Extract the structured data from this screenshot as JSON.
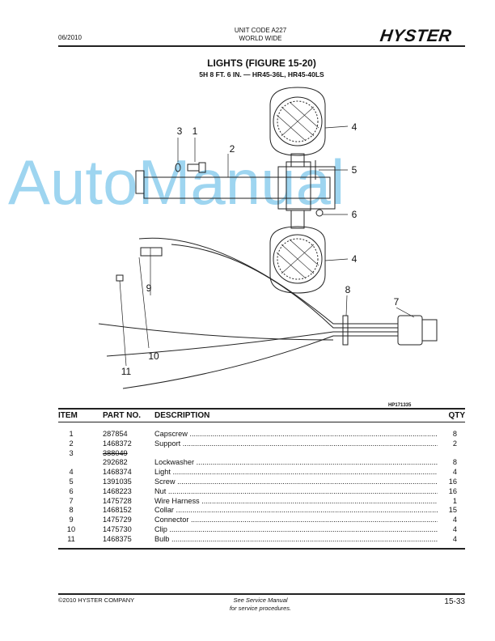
{
  "header": {
    "date": "06/2010",
    "unit_code": "UNIT CODE A227",
    "region": "WORLD WIDE",
    "logo": "HYSTER"
  },
  "title": "LIGHTS (FIGURE 15-20)",
  "subtitle": "5H 8 FT. 6 IN. — HR45-36L, HR45-40LS",
  "figure": {
    "id": "HP171335",
    "callouts": [
      "3",
      "1",
      "2",
      "4",
      "5",
      "6",
      "4",
      "9",
      "8",
      "7",
      "10",
      "11"
    ]
  },
  "watermark": "AutoManual",
  "table": {
    "headers": {
      "item": "ITEM",
      "part": "PART NO.",
      "desc": "DESCRIPTION",
      "qty": "QTY"
    },
    "rows": [
      {
        "item": "1",
        "part": "287854",
        "desc": "Capscrew",
        "qty": "8"
      },
      {
        "item": "2",
        "part": "1468372",
        "desc": "Support",
        "qty": "2"
      },
      {
        "item": "3",
        "part": "388049",
        "desc": "",
        "qty": "",
        "superseded": true
      },
      {
        "item": "",
        "part": "292682",
        "desc": "Lockwasher",
        "qty": "8"
      },
      {
        "item": "4",
        "part": "1468374",
        "desc": "Light",
        "qty": "4"
      },
      {
        "item": "5",
        "part": "1391035",
        "desc": "Screw",
        "qty": "16"
      },
      {
        "item": "6",
        "part": "1468223",
        "desc": "Nut",
        "qty": "16"
      },
      {
        "item": "7",
        "part": "1475728",
        "desc": "Wire Harness",
        "qty": "1"
      },
      {
        "item": "8",
        "part": "1468152",
        "desc": "Collar",
        "qty": "15"
      },
      {
        "item": "9",
        "part": "1475729",
        "desc": "Connector",
        "qty": "4"
      },
      {
        "item": "10",
        "part": "1475730",
        "desc": "Clip",
        "qty": "4"
      },
      {
        "item": "11",
        "part": "1468375",
        "desc": "Bulb",
        "qty": "4"
      }
    ]
  },
  "footer": {
    "copyright": "©2010 HYSTER COMPANY",
    "note_line1": "See Service Manual",
    "note_line2": "for service procedures.",
    "page": "15-33"
  }
}
